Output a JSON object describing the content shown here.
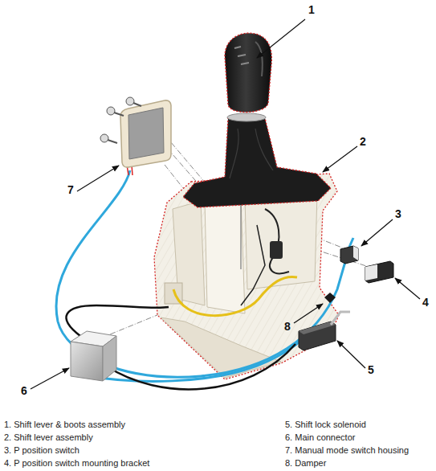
{
  "diagram": {
    "labels": [
      "1",
      "2",
      "3",
      "4",
      "5",
      "6",
      "7",
      "8",
      "1. Shift lever & boots assembly",
      "2. Shift lever assembly",
      "3. P position switch",
      "4. P position switch mounting bracket",
      "5. Shift lock solenoid",
      "6. Main connector",
      "7. Manual mode switch housing",
      "8. Damper"
    ]
  }
}
